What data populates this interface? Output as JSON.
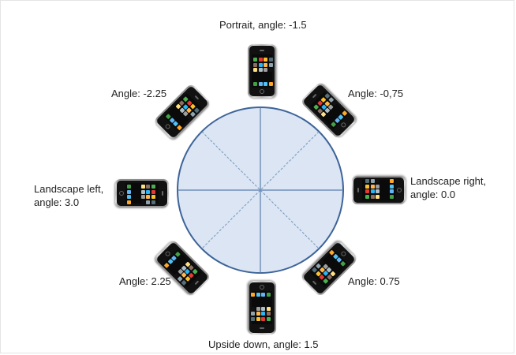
{
  "diagram": {
    "type": "orientation-wheel",
    "circle": {
      "fill": "#dbe5f3",
      "stroke": "#3d6499",
      "dash_color": "#6f8fb8"
    },
    "orientations": [
      {
        "id": "portrait",
        "label": "Portrait, angle: -1.5",
        "angle": -1.5,
        "rotation_deg": 0
      },
      {
        "id": "angle-neg-0-75",
        "label": "Angle: -0,75",
        "angle": -0.75,
        "rotation_deg": 45
      },
      {
        "id": "landscape-right",
        "label": "Landscape right,\nangle: 0.0",
        "angle": 0.0,
        "rotation_deg": 90
      },
      {
        "id": "angle-0-75",
        "label": "Angle: 0.75",
        "angle": 0.75,
        "rotation_deg": 135
      },
      {
        "id": "upside-down",
        "label": "Upside down, angle: 1.5",
        "angle": 1.5,
        "rotation_deg": 180
      },
      {
        "id": "angle-2-25",
        "label": "Angle: 2.25",
        "angle": 2.25,
        "rotation_deg": 225
      },
      {
        "id": "landscape-left",
        "label": "Landscape left,\nangle: 3.0",
        "angle": 3.0,
        "rotation_deg": 270
      },
      {
        "id": "angle-neg-2-25",
        "label": "Angle: -2.25",
        "angle": -2.25,
        "rotation_deg": 315
      }
    ]
  },
  "app_colors": [
    "#4caf50",
    "#e53935",
    "#fbc02d",
    "#546e7a",
    "#8d6e63",
    "#29b6f6",
    "#ffb74d",
    "#90a4ae",
    "#ffe082",
    "#b0bec5",
    "#9e9e9e",
    "#111111"
  ],
  "dock_colors": [
    "#43a047",
    "#64b5f6",
    "#4fc3f7",
    "#ffa726"
  ]
}
